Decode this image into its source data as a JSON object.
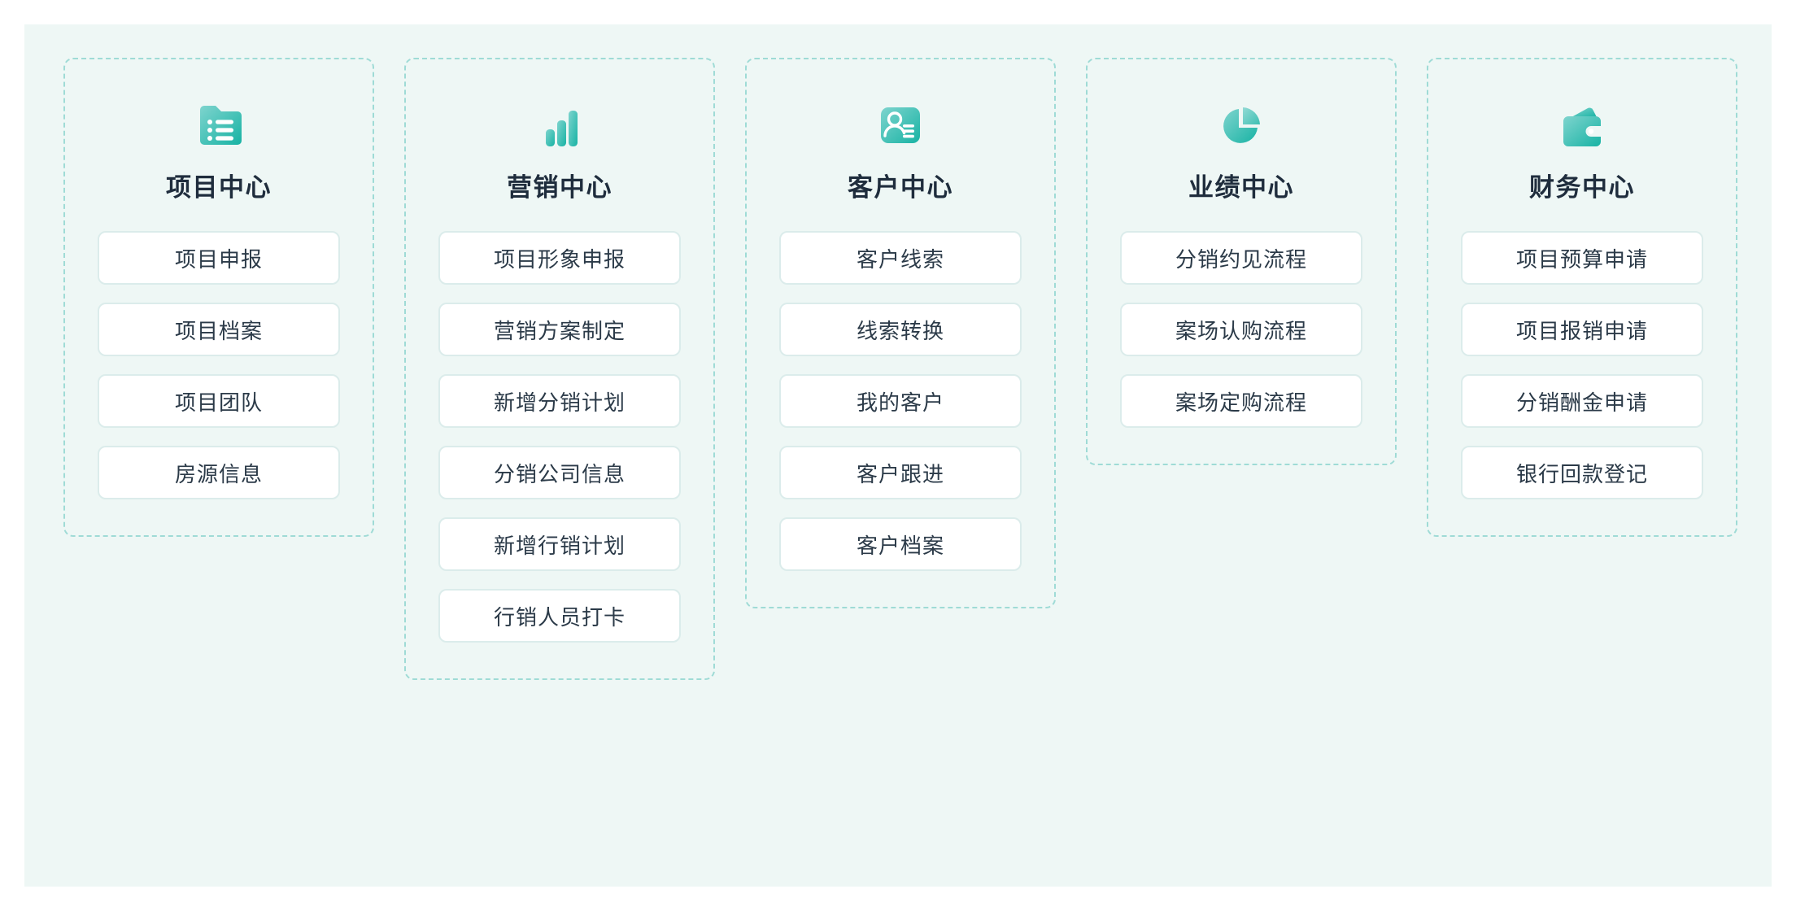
{
  "theme": {
    "page_background": "#ffffff",
    "panel_background": "#eef7f5",
    "dashed_border": "#9fdbd6",
    "card_background": "#ffffff",
    "card_border": "#dbeceb",
    "title_color": "#1f2d3d",
    "item_text_color": "#2b3a48",
    "icon_gradient_start": "#7ed4ce",
    "icon_gradient_end": "#18b3a4"
  },
  "groups": [
    {
      "icon": "folder-list-icon",
      "title": "项目中心",
      "items": [
        {
          "label": "项目申报"
        },
        {
          "label": "项目档案"
        },
        {
          "label": "项目团队"
        },
        {
          "label": "房源信息"
        }
      ]
    },
    {
      "icon": "bar-chart-icon",
      "title": "营销中心",
      "items": [
        {
          "label": "项目形象申报"
        },
        {
          "label": "营销方案制定"
        },
        {
          "label": "新增分销计划"
        },
        {
          "label": "分销公司信息"
        },
        {
          "label": "新增行销计划"
        },
        {
          "label": "行销人员打卡"
        }
      ]
    },
    {
      "icon": "contact-card-icon",
      "title": "客户中心",
      "items": [
        {
          "label": "客户线索"
        },
        {
          "label": "线索转换"
        },
        {
          "label": "我的客户"
        },
        {
          "label": "客户跟进"
        },
        {
          "label": "客户档案"
        }
      ]
    },
    {
      "icon": "pie-chart-icon",
      "title": "业绩中心",
      "items": [
        {
          "label": "分销约见流程"
        },
        {
          "label": "案场认购流程"
        },
        {
          "label": "案场定购流程"
        }
      ]
    },
    {
      "icon": "wallet-icon",
      "title": "财务中心",
      "items": [
        {
          "label": "项目预算申请"
        },
        {
          "label": "项目报销申请"
        },
        {
          "label": "分销酬金申请"
        },
        {
          "label": "银行回款登记"
        }
      ]
    }
  ]
}
